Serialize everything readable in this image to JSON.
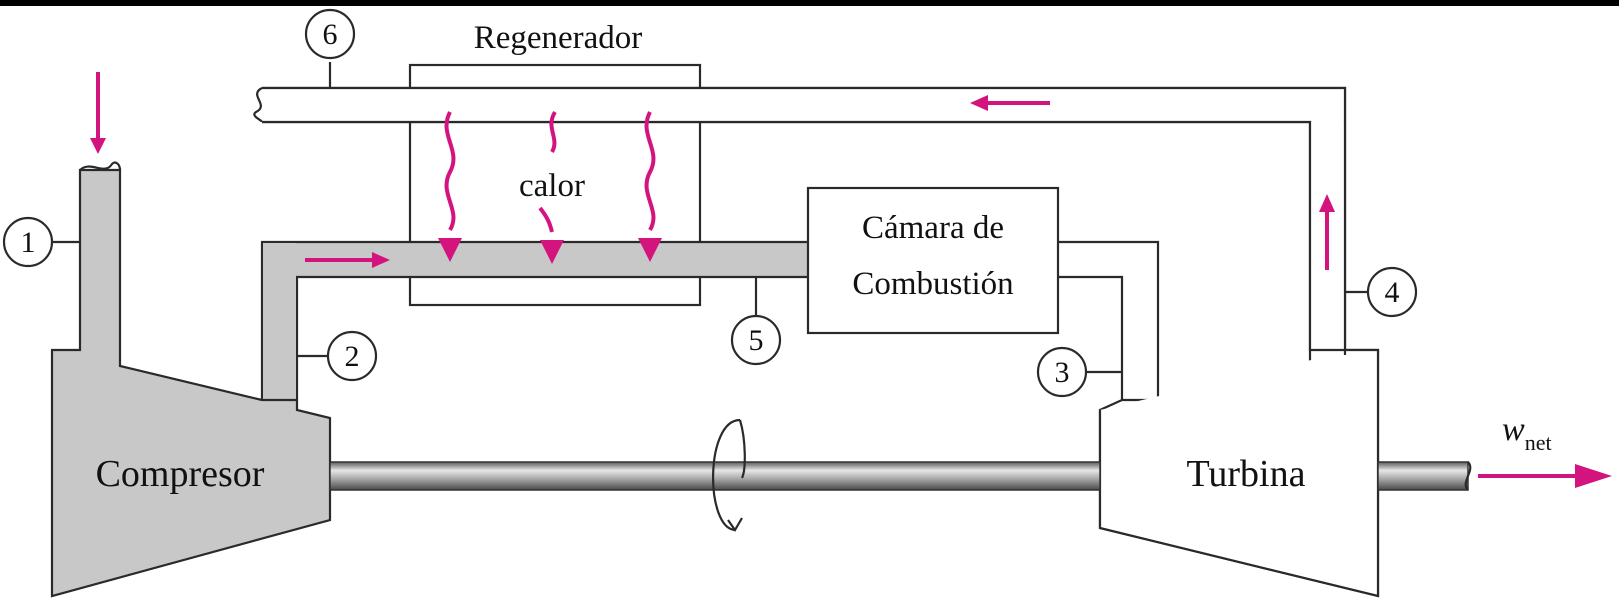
{
  "labels": {
    "regenerator": "Regenerador",
    "heat": "calor",
    "combustion_line1": "Cámara de",
    "combustion_line2": "Combustión",
    "compressor": "Compresor",
    "turbine": "Turbina",
    "work_symbol": "w",
    "work_subscript": "net"
  },
  "states": [
    "1",
    "2",
    "3",
    "4",
    "5",
    "6"
  ],
  "colors": {
    "flow_arrow": "#d4147e",
    "compressed_air": "#c8c8c8",
    "lines": "#2a2a2a",
    "top_bar": "#000000"
  }
}
